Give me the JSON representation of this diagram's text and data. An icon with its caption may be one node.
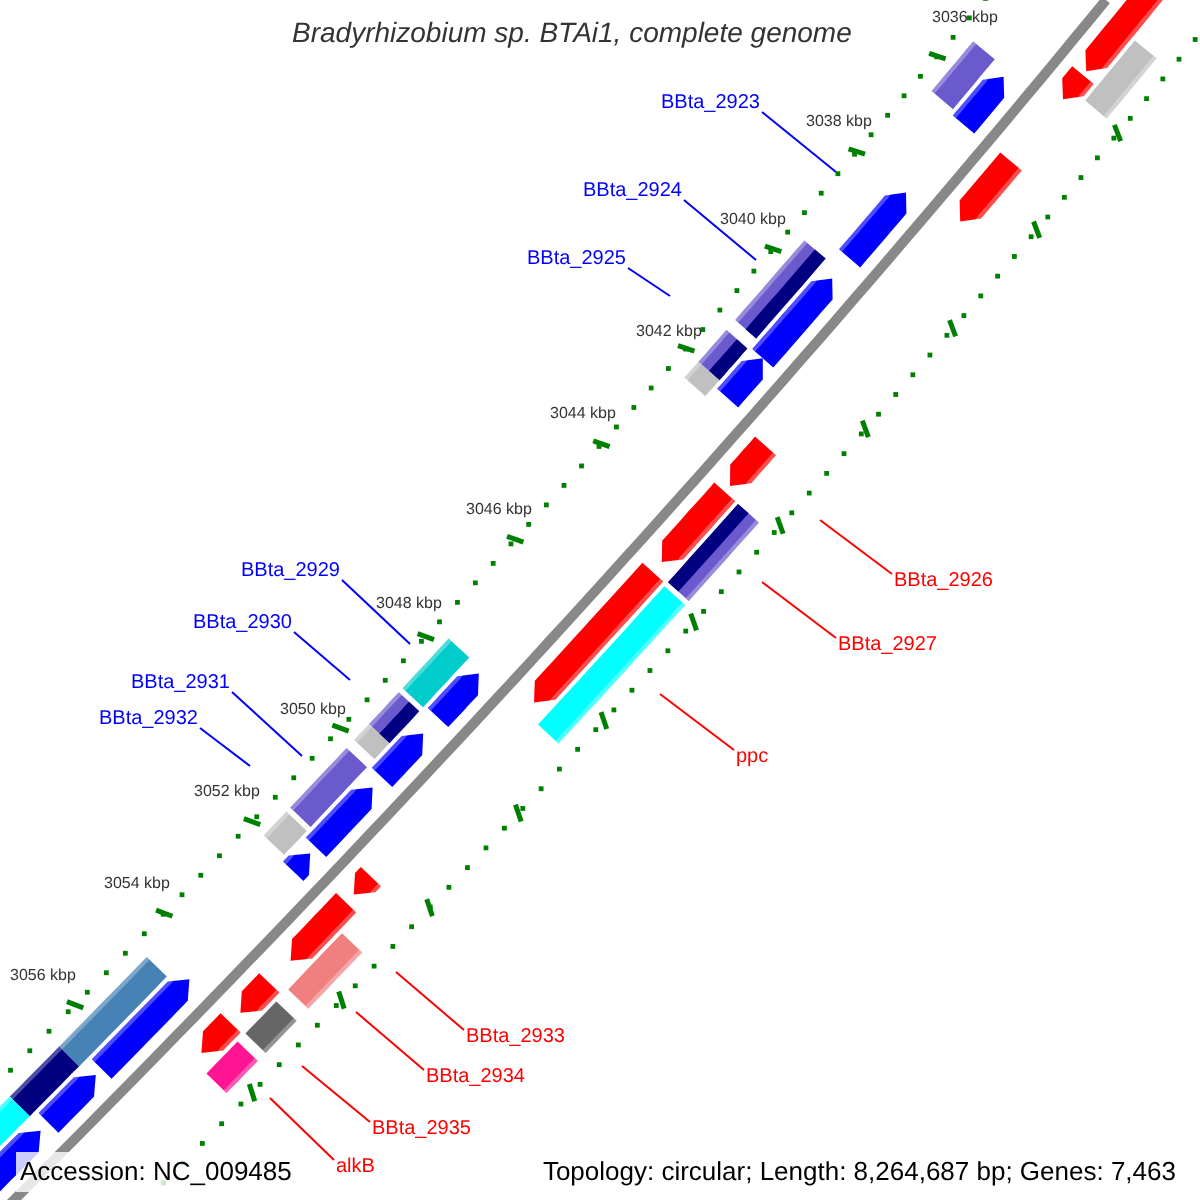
{
  "diagram": {
    "title": "Bradyrhizobium sp. BTAi1, complete genome",
    "nodes": [
      {
        "text": [
          "BBta_2923"
        ]
      },
      {
        "text": [
          "BBta_2924"
        ]
      },
      {
        "text": [
          "BBta_2925"
        ]
      },
      {
        "text": [
          "BBta_2929"
        ]
      },
      {
        "text": [
          "BBta_2926"
        ]
      },
      {
        "text": [
          "BBta_2930"
        ]
      },
      {
        "text": [
          "BBta_2927"
        ]
      },
      {
        "text": [
          "BBta_2931"
        ]
      },
      {
        "text": [
          "BBta_2932"
        ]
      },
      {
        "text": [
          "ppc"
        ]
      },
      {
        "text": [
          "BBta_2933"
        ]
      },
      {
        "text": [
          "BBta_2934"
        ]
      },
      {
        "text": [
          "BBta_2935"
        ]
      },
      {
        "text": [
          "alkB"
        ]
      }
    ],
    "edges": [
      {
        "from": 0,
        "to": null,
        "arrow": "none"
      },
      {
        "from": 1,
        "to": null,
        "arrow": "none"
      },
      {
        "from": 2,
        "to": null,
        "arrow": "none"
      },
      {
        "from": 3,
        "to": null,
        "arrow": "none"
      },
      {
        "from": 4,
        "to": null,
        "arrow": "none",
        "color": "#ff0000"
      },
      {
        "from": 5,
        "to": null,
        "arrow": "none"
      },
      {
        "from": 6,
        "to": null,
        "arrow": "none",
        "color": "#ff0000"
      },
      {
        "from": 7,
        "to": null,
        "arrow": "none"
      },
      {
        "from": 8,
        "to": null,
        "arrow": "none"
      },
      {
        "from": 9,
        "to": null,
        "arrow": "none",
        "color": "#ff0000"
      },
      {
        "from": 10,
        "to": null,
        "arrow": "none",
        "color": "#ff0000"
      },
      {
        "from": 11,
        "to": null,
        "arrow": "none",
        "color": "#ff0000"
      },
      {
        "from": 12,
        "to": null,
        "arrow": "none",
        "color": "#ff0000"
      },
      {
        "from": 13,
        "to": null,
        "arrow": "none",
        "color": "#ff0000"
      }
    ],
    "labels": [
      "3036 kbp",
      "3038 kbp",
      "3040 kbp",
      "3042 kbp",
      "3044 kbp",
      "3046 kbp",
      "3048 kbp",
      "3050 kbp",
      "3052 kbp",
      "3054 kbp",
      "3056 kbp",
      "Accession: NC_009485",
      "Topology: circular; Length: 8,264,687 bp; Genes: 7,463"
    ]
  }
}
